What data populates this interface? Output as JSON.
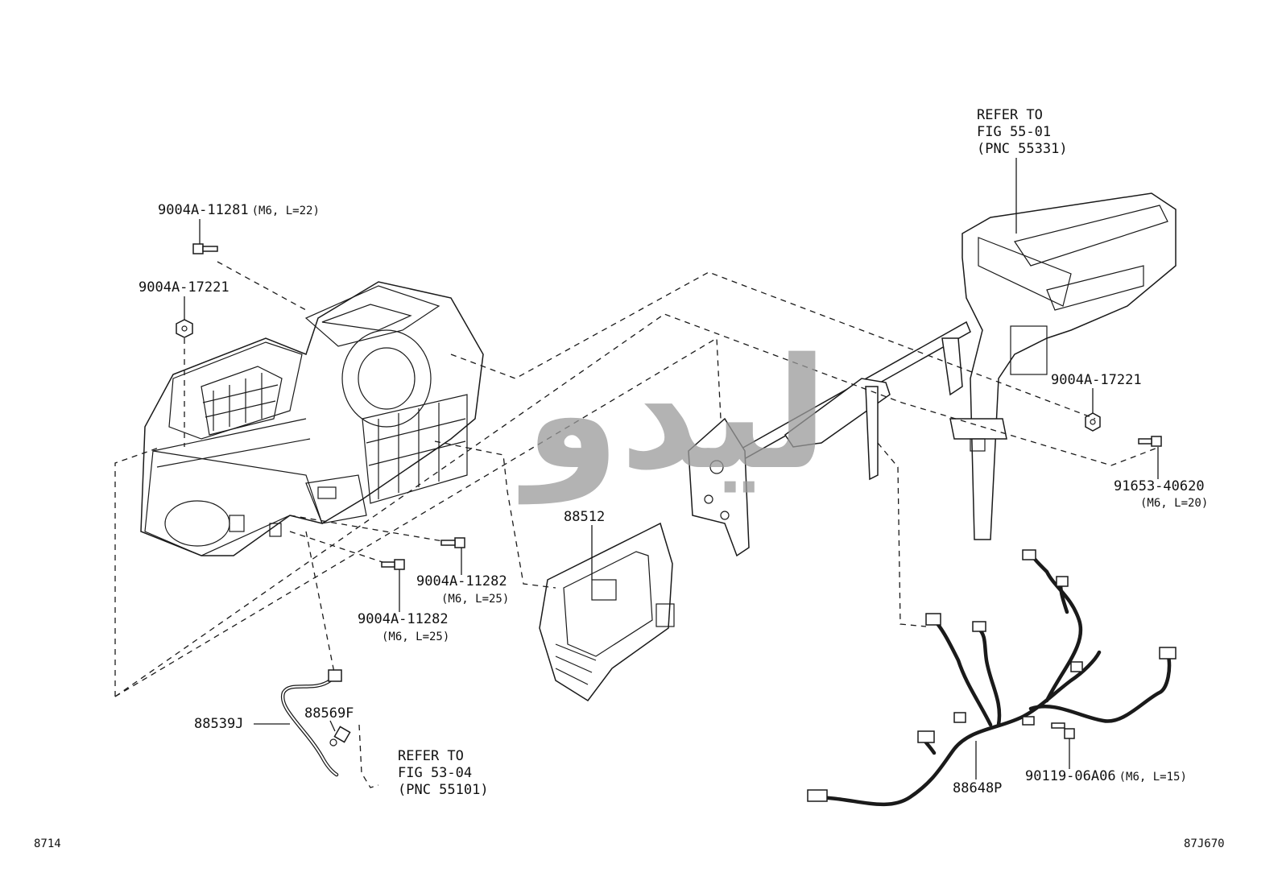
{
  "callouts": {
    "bolt_top": {
      "part": "9004A-11281",
      "spec": "(M6, L=22)"
    },
    "nut_left": {
      "part": "9004A-17221"
    },
    "refer_5501": {
      "line1": "REFER TO",
      "line2": "FIG 55-01",
      "line3": "(PNC 55331)"
    },
    "nut_right": {
      "part": "9004A-17221"
    },
    "screw_right": {
      "part": "91653-40620",
      "spec": "(M6, L=20)"
    },
    "ecu": {
      "part": "88512"
    },
    "bolt_mid_a": {
      "part": "9004A-11282",
      "spec": "(M6, L=25)"
    },
    "bolt_mid_b": {
      "part": "9004A-11282",
      "spec": "(M6, L=25)"
    },
    "hose": {
      "part": "88539J"
    },
    "clamp": {
      "part": "88569F"
    },
    "refer_5304": {
      "line1": "REFER TO",
      "line2": "FIG 53-04",
      "line3": "(PNC 55101)"
    },
    "bolt_bottom": {
      "part": "90119-06A06",
      "spec": "(M6, L=15)"
    },
    "harness": {
      "part": "88648P"
    }
  },
  "footer": {
    "left_code": "8714",
    "right_code": "87J670"
  },
  "watermark": {
    "text": "ليدو"
  }
}
